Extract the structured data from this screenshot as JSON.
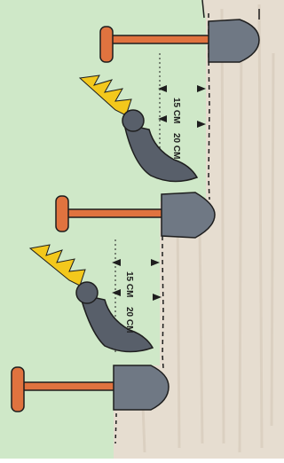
{
  "colors": {
    "background": "#cfe8c8",
    "soil": "#e6ddd0",
    "soil_shade": "#d3c7b6",
    "spade_blade": "#6f7884",
    "handle": "#e0733f",
    "glove": "#585f6a",
    "hair": "#f3c81c",
    "outline": "#1e1e1e"
  },
  "icons": [
    "spade-icon",
    "gardener-icon"
  ],
  "measurements": {
    "upper": {
      "first": "15 CM",
      "second": "20 CM"
    },
    "lower": {
      "first": "15 CM",
      "second": "20 CM"
    }
  }
}
